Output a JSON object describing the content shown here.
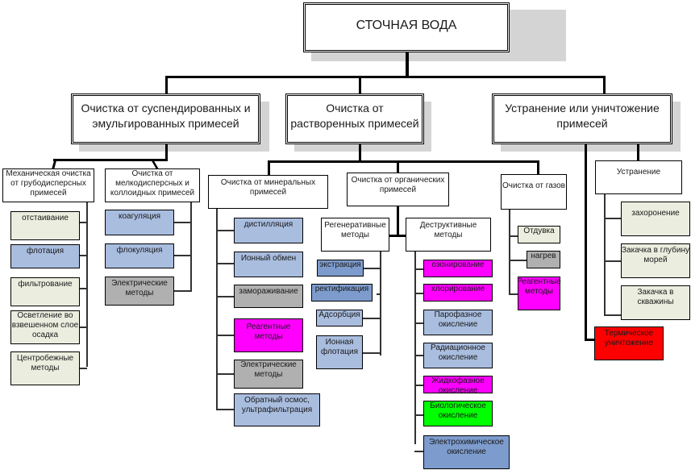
{
  "title": "СТОЧНАЯ ВОДА",
  "level1": [
    {
      "label": "Очистка от суспендированных и эмульгированных примесей"
    },
    {
      "label": "Очистка от растворенных примесей"
    },
    {
      "label": "Устранение или уничтожение примесей"
    }
  ],
  "suspended": {
    "mechanical": {
      "label": "Механическая очистка от грубодисперсных примесей",
      "items": [
        "отстаивание",
        "флотация",
        "фильтрование",
        "Осветление во взвешенном слое осадка",
        "Центробежные методы"
      ]
    },
    "fine": {
      "label": "Очистка от мелкодисперсных и коллоидных примесей",
      "items": [
        "коагуляция",
        "флокуляция",
        "Электрические методы"
      ]
    }
  },
  "dissolved": {
    "mineral": {
      "label": "Очистка от минеральных примесей",
      "items": [
        "дистилляция",
        "Ионный обмен",
        "замораживание",
        "Реагентные методы",
        "Электрические методы",
        "Обратный осмос, ультрафильтрация"
      ]
    },
    "organic": {
      "label": "Очистка от органических примесей",
      "regenerative": {
        "label": "Регенеративные методы",
        "items": [
          "экстракция",
          "ректификация",
          "Адсорбция",
          "Ионная флотация"
        ]
      },
      "destructive": {
        "label": "Деструктивные методы",
        "items": [
          "озонирование",
          "хлорирование",
          "Парофазное окисление",
          "Радиационное окисление",
          "Жидкофазное окисление",
          "Биологическое окисление",
          "Электрохимическое окисление"
        ]
      }
    },
    "gases": {
      "label": "Очистка от газов",
      "items": [
        "Отдувка",
        "нагрев",
        "Реагентные методы"
      ]
    }
  },
  "elimination": {
    "removal": {
      "label": "Устранение",
      "items": [
        "захоронение",
        "Закачка в глубину морей",
        "Закачка в скважины"
      ]
    },
    "thermal": {
      "label": "Термическое уничтожение"
    }
  },
  "colors": {
    "cream": "#ebeedf",
    "light_blue": "#a9bddf",
    "mid_blue": "#7d9ccd",
    "gray": "#b0b0b0",
    "magenta": "#ff00ff",
    "green": "#00ff00",
    "red": "#ff0000"
  }
}
